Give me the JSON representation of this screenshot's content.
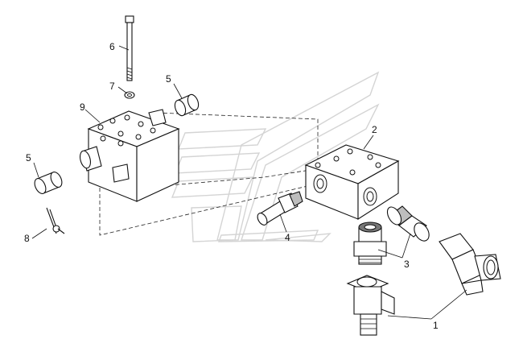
{
  "diagram": {
    "callouts": [
      {
        "id": "c1",
        "label": "1"
      },
      {
        "id": "c2",
        "label": "2"
      },
      {
        "id": "c3",
        "label": "3"
      },
      {
        "id": "c4",
        "label": "4"
      },
      {
        "id": "c5a",
        "label": "5"
      },
      {
        "id": "c5b",
        "label": "5"
      },
      {
        "id": "c6",
        "label": "6"
      },
      {
        "id": "c7",
        "label": "7"
      },
      {
        "id": "c8",
        "label": "8"
      },
      {
        "id": "c9",
        "label": "9"
      }
    ]
  },
  "colors": {
    "line": "#111111",
    "shade": "#bdbdbd",
    "watermark": "#d4d4d4",
    "background": "#ffffff"
  }
}
